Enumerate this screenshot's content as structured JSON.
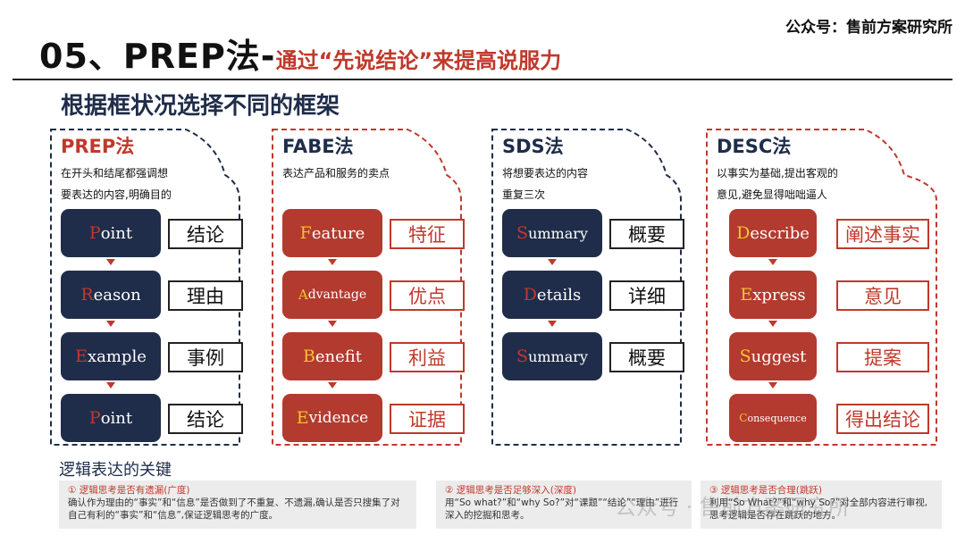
{
  "brand": "公众号：售前方案研究所",
  "title": {
    "main": "05、PREP法-",
    "sub": "通过“先说结论”来提高说服力"
  },
  "subtitle": "根据框状况选择不同的框架",
  "panels": [
    {
      "title": "PREP法",
      "desc": [
        "在开头和结尾都强调想",
        "要表达的内容,明确目的"
      ],
      "steps": [
        {
          "first": "P",
          "rest": "oint",
          "label": "结论"
        },
        {
          "first": "R",
          "rest": "eason",
          "label": "理由"
        },
        {
          "first": "E",
          "rest": "xample",
          "label": "事例"
        },
        {
          "first": "P",
          "rest": "oint",
          "label": "结论"
        }
      ]
    },
    {
      "title": "FABE法",
      "desc": [
        "表达产品和服务的卖点"
      ],
      "steps": [
        {
          "first": "F",
          "rest": "eature",
          "label": "特征"
        },
        {
          "first": "A",
          "rest": "dvantage",
          "label": "优点"
        },
        {
          "first": "B",
          "rest": "enefit",
          "label": "利益"
        },
        {
          "first": "E",
          "rest": "vidence",
          "label": "证据"
        }
      ]
    },
    {
      "title": "SDS法",
      "desc": [
        "将想要表达的内容",
        "重复三次"
      ],
      "steps": [
        {
          "first": "S",
          "rest": "ummary",
          "label": "概要"
        },
        {
          "first": "D",
          "rest": "etails",
          "label": "详细"
        },
        {
          "first": "S",
          "rest": "ummary",
          "label": "概要"
        }
      ]
    },
    {
      "title": "DESC法",
      "desc": [
        "以事实为基础,提出客观的",
        "意见,避免显得咄咄逼人"
      ],
      "steps": [
        {
          "first": "D",
          "rest": "escribe",
          "label": "阐述事实"
        },
        {
          "first": "E",
          "rest": "xpress",
          "label": "意见"
        },
        {
          "first": "S",
          "rest": "uggest",
          "label": "提案"
        },
        {
          "first": "C",
          "rest": "onsequence",
          "label": "得出结论"
        }
      ]
    }
  ],
  "keys_title": "逻辑表达的关键",
  "notes": [
    {
      "title": "① 逻辑思考是否有遗漏(广度)",
      "text": "确认作为理由的“事实”和“信息”是否做到了不重复、不遗漏,确认是否只搜集了对自己有利的“事实”和“信息”,保证逻辑思考的广度。"
    },
    {
      "title": "② 逻辑思考是否足够深入(深度)",
      "text": "用“So what?”和“why So?”对“课题”“结论”“理由”进行深入的挖掘和思考。"
    },
    {
      "title": "③ 逻辑思考是否合理(跳跃)",
      "text": "利用“So What?”和“why So?”对全部内容进行审视,思考逻辑是否存在跳跃的地方。"
    }
  ],
  "watermark": "公众号 · 售前方案研究所",
  "colors": {
    "navy": "#1f2d4a",
    "red": "#b33a2e",
    "accent": "#c0392b",
    "gold": "#f4c430"
  }
}
